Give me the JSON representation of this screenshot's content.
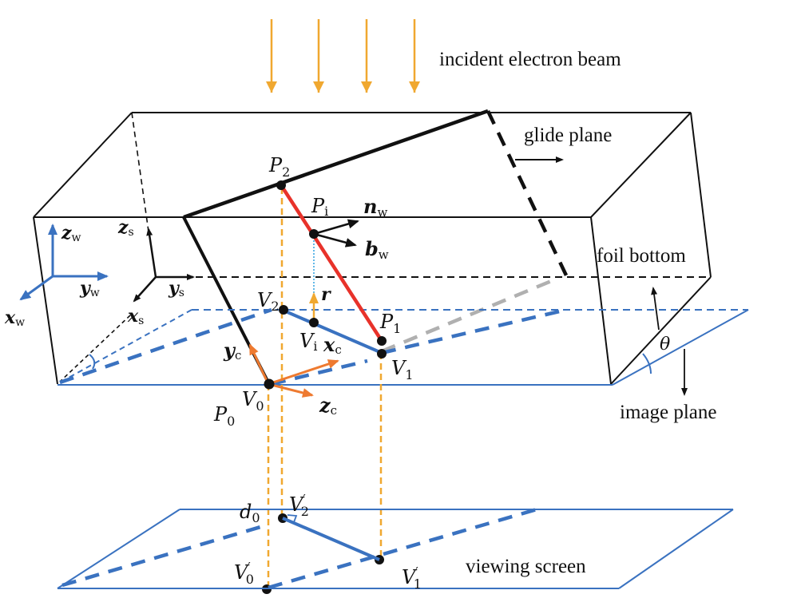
{
  "figure": {
    "labels": {
      "beam": "incident electron beam",
      "glide_plane": "glide plane",
      "foil_bottom": "foil bottom",
      "image_plane": "image plane",
      "viewing_screen": "viewing screen",
      "theta": "θ"
    },
    "points": {
      "P2": {
        "base": "P",
        "sub": "2"
      },
      "Pi": {
        "base": "P",
        "sub": "i"
      },
      "P1": {
        "base": "P",
        "sub": "1"
      },
      "P0": {
        "base": "P",
        "sub": "0"
      },
      "V2": {
        "base": "V",
        "sub": "2"
      },
      "Vi": {
        "base": "V",
        "sub": "i"
      },
      "V1": {
        "base": "V",
        "sub": "1"
      },
      "V0": {
        "base": "V",
        "sub": "0"
      },
      "V2p": {
        "base": "V",
        "sub": "2",
        "sup": "′"
      },
      "V1p": {
        "base": "V",
        "sub": "1",
        "sup": "′"
      },
      "V0p": {
        "base": "V",
        "sub": "0",
        "sup": "′"
      },
      "d0": {
        "base": "d",
        "sub": "0"
      }
    },
    "vectors": {
      "nw": {
        "base": "n",
        "sub": "w"
      },
      "bw": {
        "base": "b",
        "sub": "w"
      },
      "r": {
        "base": "r",
        "sub": ""
      },
      "xc": {
        "base": "x",
        "sub": "c"
      },
      "yc": {
        "base": "y",
        "sub": "c"
      },
      "zc": {
        "base": "z",
        "sub": "c"
      }
    },
    "frames": {
      "world": {
        "x": {
          "base": "x",
          "sub": "w"
        },
        "y": {
          "base": "y",
          "sub": "w"
        },
        "z": {
          "base": "z",
          "sub": "w"
        }
      },
      "specimen": {
        "x": {
          "base": "x",
          "sub": "s"
        },
        "y": {
          "base": "y",
          "sub": "s"
        },
        "z": {
          "base": "z",
          "sub": "s"
        }
      }
    },
    "colors": {
      "beam": "#f0a830",
      "dislocation_segment": "#e8322a",
      "projection": "#3a72c0",
      "camera_axes": "#ee7a30",
      "world_axes": "#3a72c0",
      "hidden_line": "#b0b0b0",
      "r_vector": "#62b8e8"
    }
  }
}
